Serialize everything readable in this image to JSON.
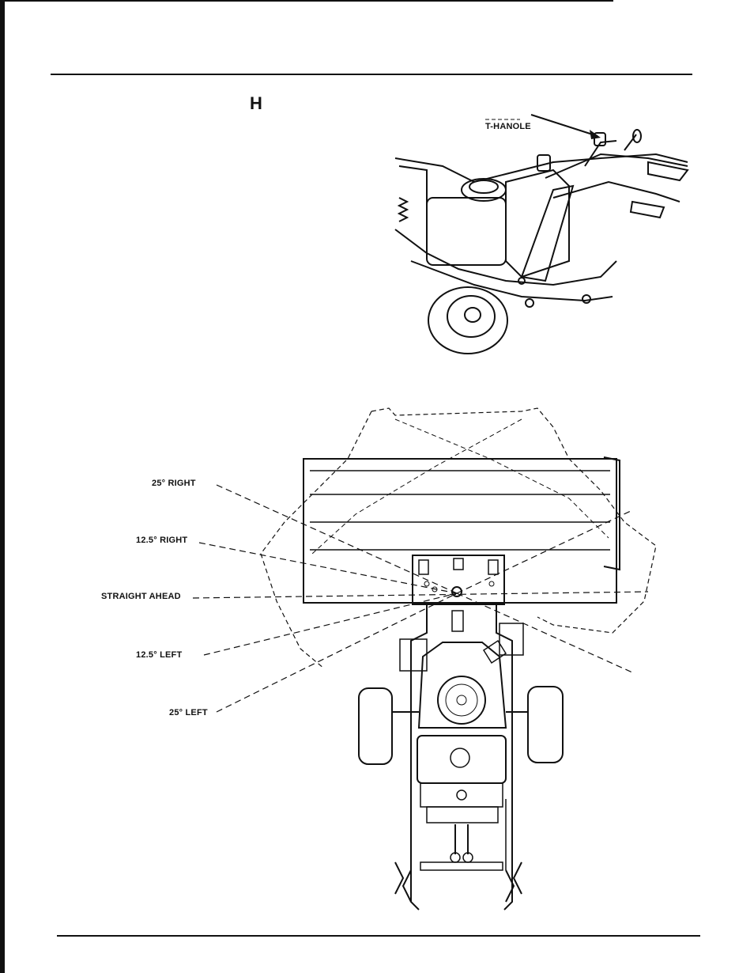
{
  "page": {
    "heading_letter": "H"
  },
  "top_figure": {
    "callout": "T-HANOLE"
  },
  "bottom_figure": {
    "angles": {
      "right_25": "25° RIGHT",
      "right_12_5": "12.5° RIGHT",
      "straight": "STRAIGHT AHEAD",
      "left_12_5": "12.5° LEFT",
      "left_25": "25° LEFT"
    }
  },
  "colors": {
    "ink": "#111111",
    "paper": "#ffffff"
  }
}
